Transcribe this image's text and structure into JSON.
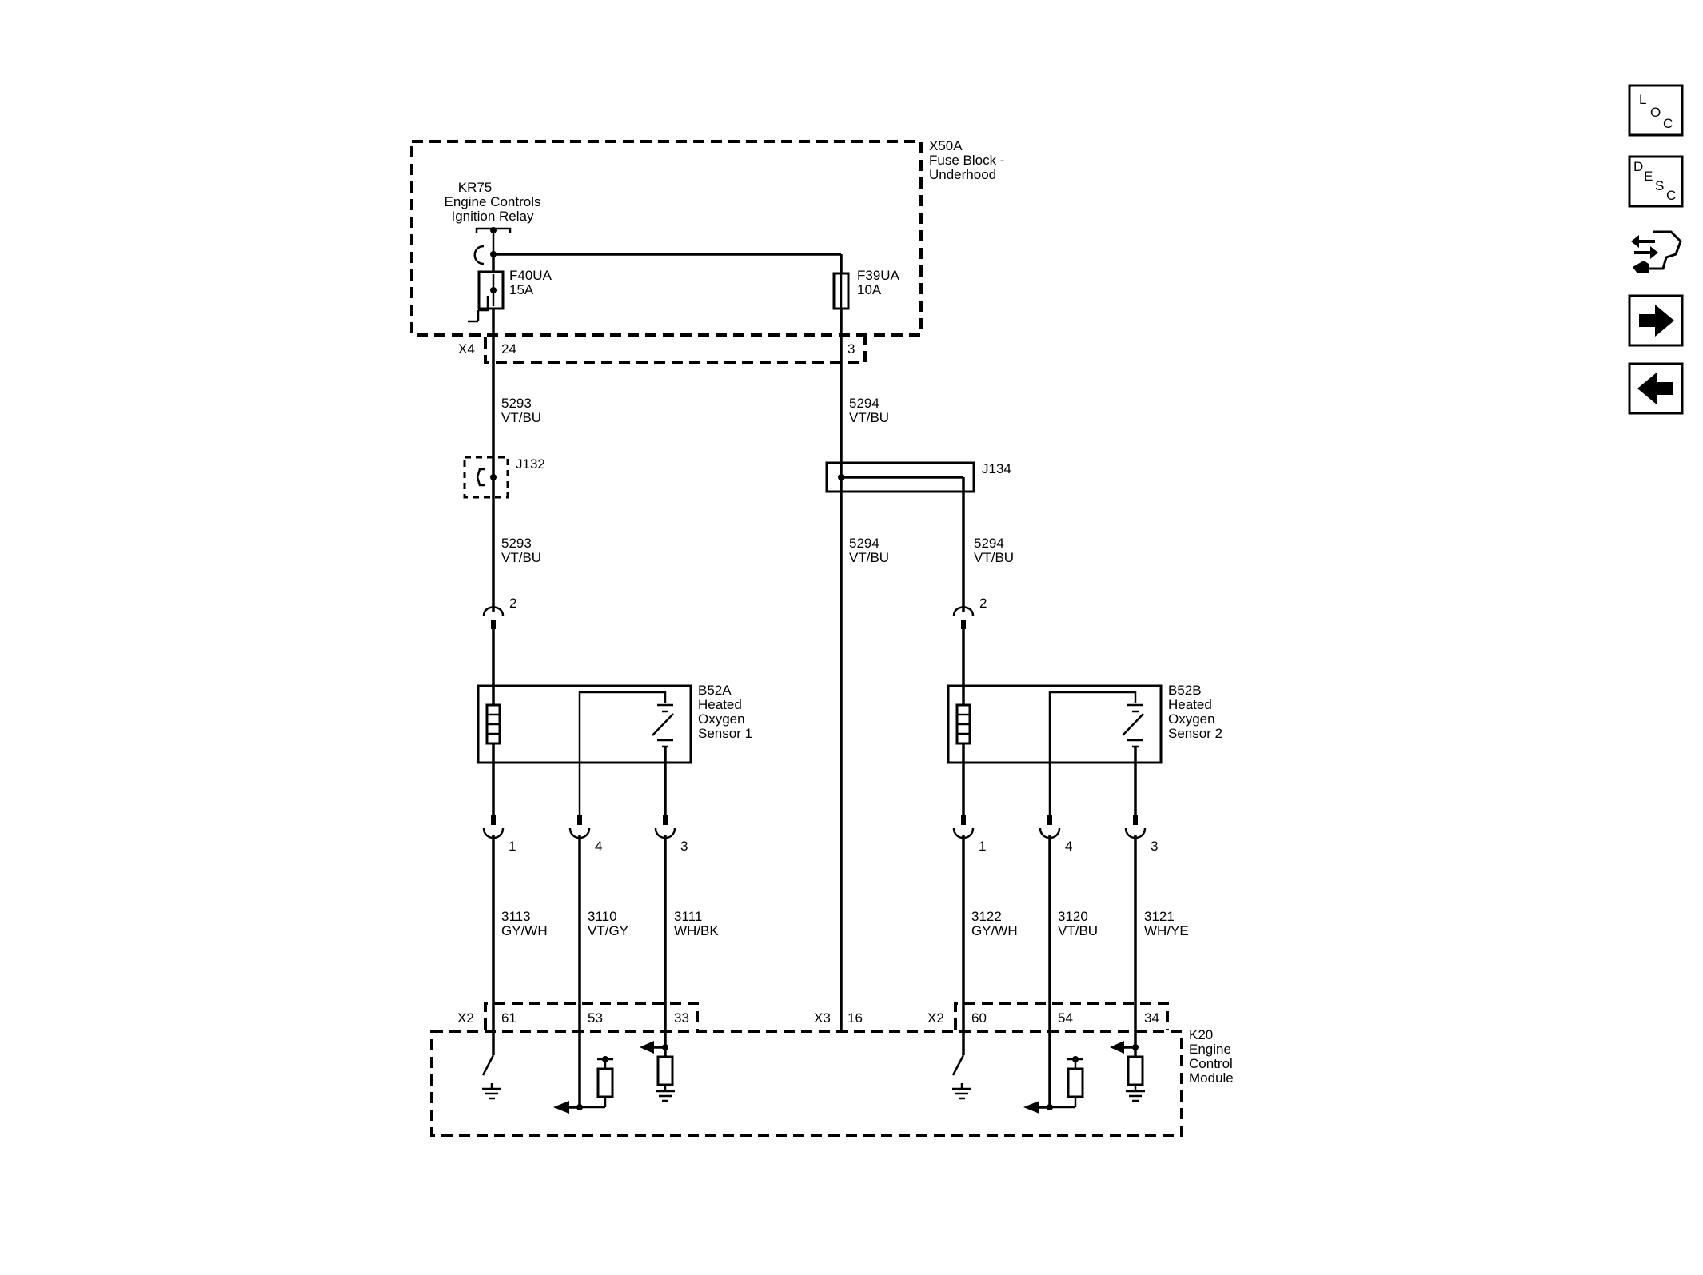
{
  "fuse_block": {
    "id": "X50A",
    "name1": "Fuse Block -",
    "name2": "Underhood",
    "connector": "X4",
    "pin_left": "24",
    "pin_right": "3"
  },
  "relay": {
    "id": "KR75",
    "name1": "Engine Controls",
    "name2": "Ignition Relay"
  },
  "fuse_left": {
    "id": "F40UA",
    "rating": "15A"
  },
  "fuse_right": {
    "id": "F39UA",
    "rating": "10A"
  },
  "wire_5293": {
    "circuit": "5293",
    "color": "VT/BU"
  },
  "wire_5294": {
    "circuit": "5294",
    "color": "VT/BU"
  },
  "splice_left": "J132",
  "splice_right": "J134",
  "sensor1": {
    "id": "B52A",
    "l1": "Heated",
    "l2": "Oxygen",
    "l3": "Sensor 1",
    "pin_top": "2",
    "pin_a": "1",
    "pin_b": "4",
    "pin_c": "3"
  },
  "sensor2": {
    "id": "B52B",
    "l1": "Heated",
    "l2": "Oxygen",
    "l3": "Sensor 2",
    "pin_top": "2",
    "pin_a": "1",
    "pin_b": "4",
    "pin_c": "3"
  },
  "wires_s1": [
    {
      "circuit": "3113",
      "color": "GY/WH"
    },
    {
      "circuit": "3110",
      "color": "VT/GY"
    },
    {
      "circuit": "3111",
      "color": "WH/BK"
    }
  ],
  "wires_s2": [
    {
      "circuit": "3122",
      "color": "GY/WH"
    },
    {
      "circuit": "3120",
      "color": "VT/BU"
    },
    {
      "circuit": "3121",
      "color": "WH/YE"
    }
  ],
  "ecm": {
    "id": "K20",
    "l1": "Engine",
    "l2": "Control",
    "l3": "Module",
    "x2a": "X2",
    "pins_a": [
      "61",
      "53",
      "33"
    ],
    "x3": "X3",
    "pin_x3": "16",
    "x2b": "X2",
    "pins_b": [
      "60",
      "54",
      "34"
    ]
  },
  "nav": {
    "loc": [
      "L",
      "O",
      "C"
    ],
    "desc": [
      "D",
      "E",
      "S",
      "C"
    ],
    "icons": [
      "loc-button",
      "desc-button",
      "connector-tool-button",
      "next-arrow-icon",
      "prev-arrow-icon"
    ]
  }
}
